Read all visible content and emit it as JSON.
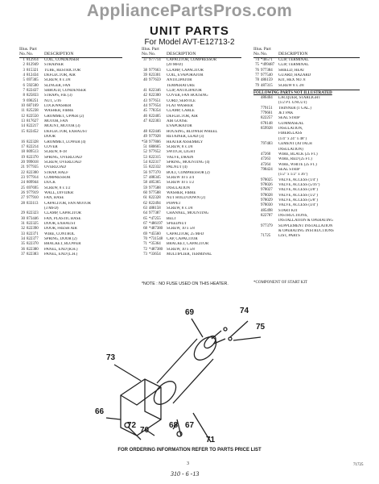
{
  "watermark": "AppliancePartsPros.com",
  "title": "UNIT PARTS",
  "subtitle": "For Model AVT-E12713-2",
  "headers": {
    "illus": "Illus. Part",
    "no": "No.",
    "part": "No.",
    "desc": "DESCRIPTION"
  },
  "col1": [
    [
      "1",
      "812914",
      "COIL, CONDENSER"
    ],
    [
      "2",
      "812949",
      "STRAINER"
    ],
    [
      "3",
      "815321",
      "TUBE, RESTRICTOR"
    ],
    [
      "4",
      "812434",
      "DEFLECTOR, AIR"
    ],
    [
      "5",
      "697305",
      "SCREW, 8 x 3/8"
    ],
    [
      "6",
      "592500",
      "SLINGER, FAN"
    ],
    [
      "7",
      "822437",
      "SHROUD, CONDENSER"
    ],
    [
      "8",
      "825833",
      "STRAPS, FIE (3)"
    ],
    [
      "9",
      "696251",
      "NUT, 5/16"
    ],
    [
      "10",
      "687169",
      "LOCKWASHER"
    ],
    [
      "11",
      "825238",
      "WASHER, FIBRE"
    ],
    [
      "12",
      "822550",
      "GROMMET, UPPER (2)"
    ],
    [
      "13",
      "817627",
      "MOTOR, FAN"
    ],
    [
      "14",
      "822217",
      "MOUNT, MOTOR (3)"
    ],
    [
      "15",
      "822452",
      "DEFLECTOR, EXHAUST"
    ],
    [
      "",
      "",
      "DOOR"
    ],
    [
      "16",
      "822328",
      "GROMMET, LOWER (4)"
    ],
    [
      "17",
      "822214",
      "COVER"
    ],
    [
      "18",
      "809513",
      "SCREW, 8-18"
    ],
    [
      "19",
      "822370",
      "SPRING, OVERLOAD"
    ],
    [
      "20",
      "999018",
      "SCREW, OVERLOAD"
    ],
    [
      "21",
      "977935",
      "OVERLOAD"
    ],
    [
      "22",
      "822300",
      "STRAP, HALF"
    ],
    [
      "23",
      "977914",
      "COMPRESSOR"
    ],
    [
      "24",
      "809944",
      "DUCK"
    ],
    [
      "25",
      "697695",
      "SCREW, 8 x 1/2"
    ],
    [
      "26",
      "977919",
      "WALL, DIVIDER"
    ],
    [
      "27",
      "977910",
      "FAN, BASE"
    ],
    [
      "28",
      "833113",
      "CAPACITOR, FAN MOTOR"
    ],
    [
      "",
      "",
      "(3 MFD)"
    ],
    [
      "29",
      "822323",
      "CLAMP, CAPACITOR"
    ],
    [
      "30",
      "873446",
      "FAN, PLASTIC BASE"
    ],
    [
      "31",
      "822325",
      "DOOR, EXHAUST"
    ],
    [
      "32",
      "822390",
      "DOOR, FRESH AIR"
    ],
    [
      "33",
      "822371",
      "WIRE, CONTROL"
    ],
    [
      "34",
      "822377",
      "SPRING, DOOR (2)"
    ],
    [
      "35",
      "822370",
      "BRACKET, BLOWER"
    ],
    [
      "36",
      "822380",
      "PANEL, END (R.H.)"
    ],
    [
      "37",
      "822383",
      "PANEL, END (L.H.)"
    ]
  ],
  "col2": [
    [
      "37",
      "977714",
      "CAPACITOR, COMPRESSOR"
    ],
    [
      "",
      "",
      "(20 MFD)"
    ],
    [
      "38",
      "977663",
      "CLAMP, CAPACITOR"
    ],
    [
      "39",
      "823301",
      "COIL, EVAPORATOR"
    ],
    [
      "40",
      "977659",
      "ANTICIPATOR"
    ],
    [
      "",
      "",
      "TEMPERATURE"
    ],
    [
      "41",
      "822346",
      "CLIP, ANTICIPATOR"
    ],
    [
      "42",
      "822300",
      "COVER, FAN HOUSING"
    ],
    [
      "43",
      "977651",
      "CORD, SERVICE"
    ],
    [
      "44",
      "977654",
      "FLAT WASHER"
    ],
    [
      "45",
      "778354",
      "CLAMP, CABLE"
    ],
    [
      "46",
      "822405",
      "DEFLECTOR, AIR"
    ],
    [
      "47",
      "822303",
      "AIR GOOSE"
    ],
    [
      "",
      "",
      "EVAPORATOR"
    ],
    [
      "48",
      "822446",
      "HOUSING, BLOWER WHEEL"
    ],
    [
      "49",
      "977928",
      "RETAINER, LEAD (3)"
    ],
    [
      "*50",
      "977806",
      "HEATER ASSEMBLY"
    ],
    [
      "51",
      "680665",
      "SCREW, 8 x 3/8"
    ],
    [
      "52",
      "977652",
      "SWITCH, LIGHT"
    ],
    [
      "53",
      "822315",
      "VALVE, DRAIN"
    ],
    [
      "54",
      "822317",
      "SPRING, MOUNTING (4)"
    ],
    [
      "55",
      "822332",
      "PALNUT (4)"
    ],
    [
      "56",
      "977370",
      "BOLT, COMPRESSOR (2)"
    ],
    [
      "57",
      "488345",
      "SCREW 10 x 3/4"
    ],
    [
      "58",
      "485365",
      "SCREW 10 x 1/2"
    ],
    [
      "59",
      "977588",
      "INSULATION"
    ],
    [
      "60",
      "977588",
      "WASHER, FIBRE"
    ],
    [
      "61",
      "822328",
      "NUT HOLD DOWN (2)"
    ],
    [
      "62",
      "822494",
      "POPPET"
    ],
    [
      "63",
      "488158",
      "SCREW, 8 x 3/8"
    ],
    [
      "64",
      "977387",
      "CHANNEL, MOUNTING"
    ],
    [
      "65",
      "*47255",
      "BELT"
    ],
    [
      "67",
      "*486197",
      "SPEEDNUT"
    ],
    [
      "68",
      "*487380",
      "SCREW, 10 x 5/8"
    ],
    [
      "69",
      "*45560",
      "CAPACITOR, 25 MFD"
    ],
    [
      "70",
      "*731548",
      "CAP, CAPACITOR"
    ],
    [
      "71",
      "*35364",
      "BRACKET, CAPACITOR"
    ],
    [
      "72",
      "*487380",
      "SCREW, 10 x 5/8"
    ],
    [
      "73",
      "*33654",
      "MULTIPLIER, TERMINAL"
    ]
  ],
  "col3": [
    [
      "74",
      "*46571",
      "CLIP, TERMINAL"
    ],
    [
      "75",
      "*499487",
      "CLIP, TERMINAL"
    ],
    [
      "76",
      "977384",
      "SHIELD, HEAT"
    ],
    [
      "77",
      "977540",
      "GUARD, HAZARD"
    ],
    [
      "78",
      "486159",
      "KIT, HEX NO. 8"
    ],
    [
      "79",
      "487315",
      "SCREW 8 x 3/8"
    ]
  ],
  "follow_heading": "FOLLOWING PARTS NOT ILLUSTRATED",
  "col3b": [
    [
      "",
      "486404",
      "LACQUER, STARLIGHT"
    ],
    [
      "",
      "",
      "(1/2 PT. UNCUT)"
    ],
    [
      "",
      "779151",
      "THINNER (1 GAL.)"
    ],
    [
      "",
      "779661",
      "JET PAK"
    ],
    [
      "",
      "822257",
      "SEAL STRIP"
    ],
    [
      "",
      "678148",
      "GUMMASEAL"
    ],
    [
      "",
      "859928",
      "INSULATION,"
    ],
    [
      "",
      "",
      "FIBERGLASS"
    ],
    [
      "",
      "",
      "(1/4\" x 24\" x 48\")"
    ],
    [
      "",
      "797483",
      "CEMENT (ATTACH"
    ],
    [
      "",
      "",
      "INSULATION)"
    ],
    [
      "",
      "47260",
      "WIRE, BLACK (25 FT.)"
    ],
    [
      "",
      "47263",
      "WIRE, RED (25 FT.)"
    ],
    [
      "",
      "47264",
      "WIRE, WHITE (25 FT.)"
    ],
    [
      "",
      "798424",
      "SEAL STRIP"
    ],
    [
      "",
      "",
      "(1/2\" x 1/2\" x 36\")"
    ],
    [
      "",
      "978025",
      "VALVE, ACCESS (1/4\")"
    ],
    [
      "",
      "978026",
      "VALVE, ACCESS (5/16\")"
    ],
    [
      "",
      "978027",
      "VALVE, ACCESS (3/8\")"
    ],
    [
      "",
      "978028",
      "VALVE, ACCESS (1/2\")"
    ],
    [
      "",
      "978029",
      "VALVE, ACCESS (5/8\")"
    ],
    [
      "",
      "978030",
      "VALVE, ACCESS (3/4\")"
    ],
    [
      "",
      "485498",
      "START KIT"
    ],
    [
      "",
      "822787",
      "INSTRUCTIONS,"
    ],
    [
      "",
      "",
      "INSTALLATION & OPERATING"
    ],
    [
      "",
      "977379",
      "SUPPLEMENT INSTALLATION"
    ],
    [
      "",
      "",
      "& OPERATING INSTRUCTIONS"
    ],
    [
      "",
      "71725",
      "LIST, PARTS"
    ]
  ],
  "star_note": "*COMPONENT OF START KIT",
  "note": "*NOTE : NO FUSE USED ON THIS HEATER.",
  "callouts": {
    "c69": "69",
    "c74": "74",
    "c75": "75",
    "c73": "73",
    "c66": "66",
    "c72": "72",
    "c68": "68",
    "c67": "67",
    "c70": "70",
    "c71": "71"
  },
  "footer": "FOR ORDERING INFORMATION REFER TO PARTS PRICE LIST",
  "page_num": "3",
  "code": "71725",
  "handwriting": "310 - 6 -13"
}
